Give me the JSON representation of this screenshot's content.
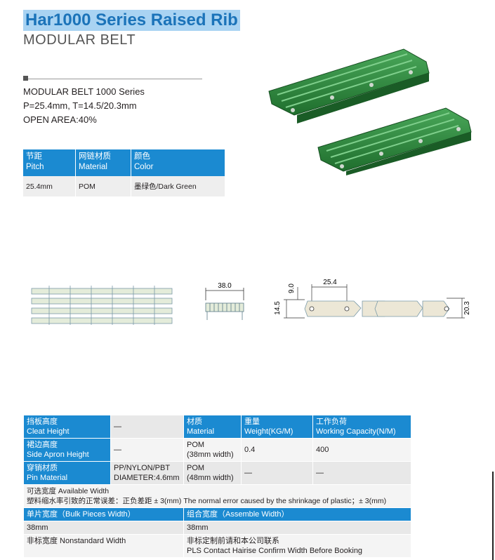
{
  "header": {
    "title": "Har1000 Series Raised Rib",
    "subtitle": "MODULAR BELT"
  },
  "specs": {
    "line1": "MODULAR BELT 1000 Series",
    "line2": "P=25.4mm, T=14.5/20.3mm",
    "line3": "OPEN AREA:40%"
  },
  "top_table": {
    "headers": [
      {
        "cn": "节距",
        "en": "Pitch"
      },
      {
        "cn": "网链材质",
        "en": "Material"
      },
      {
        "cn": "颜色",
        "en": "Color"
      }
    ],
    "row": [
      "25.4mm",
      "POM",
      "墨绿色/Dark Green"
    ]
  },
  "drawing": {
    "dim_width": "38.0",
    "dim_pitch": "25.4",
    "dim_top": "9.0",
    "dim_thickness": "14.5",
    "dim_total": "20.3"
  },
  "bottom_table": {
    "cleat_height": {
      "cn": "挡板高度",
      "en": "Cleat Height",
      "value": "—"
    },
    "side_apron": {
      "cn": "裙边高度",
      "en": "Side Apron Height",
      "value": "—"
    },
    "pin_material": {
      "cn": "穿销材质",
      "en": "Pin Material",
      "value1": "PP/NYLON/PBT",
      "value2": "DIAMETER:4.6mm"
    },
    "material_header": {
      "cn": "材质",
      "en": "Material"
    },
    "weight_header": {
      "cn": "重量",
      "en": "Weight(KG/M)"
    },
    "capacity_header": {
      "cn": "工作负荷",
      "en": "Working Capacity(N/M)"
    },
    "row1": {
      "material": "POM",
      "material_sub": "(38mm width)",
      "weight": "0.4",
      "capacity": "400"
    },
    "row2": {
      "material": "POM",
      "material_sub": "(48mm width)",
      "weight": "—",
      "capacity": "—"
    },
    "available_width": "可选宽度 Available Width",
    "tolerance": "塑料缩水率引致的正常误差：正负差距 ± 3(mm)  The normal error caused by the shrinkage of plastic；± 3(mm)",
    "bulk_header": "单片宽度（Bulk Pieces Width）",
    "assemble_header": "组合宽度（Assemble Width）",
    "bulk_value": "38mm",
    "assemble_value": "38mm",
    "nonstandard": "非标宽度 Nonstandard Width",
    "custom_cn": "非标定制前请和本公司联系",
    "custom_en": "PLS Contact Hairise Confirm Width Before Booking"
  },
  "colors": {
    "accent": "#1b8ad1",
    "belt": "#2e8b3e",
    "title_bg": "#a9d3f2",
    "title_fg": "#1b73b9"
  }
}
